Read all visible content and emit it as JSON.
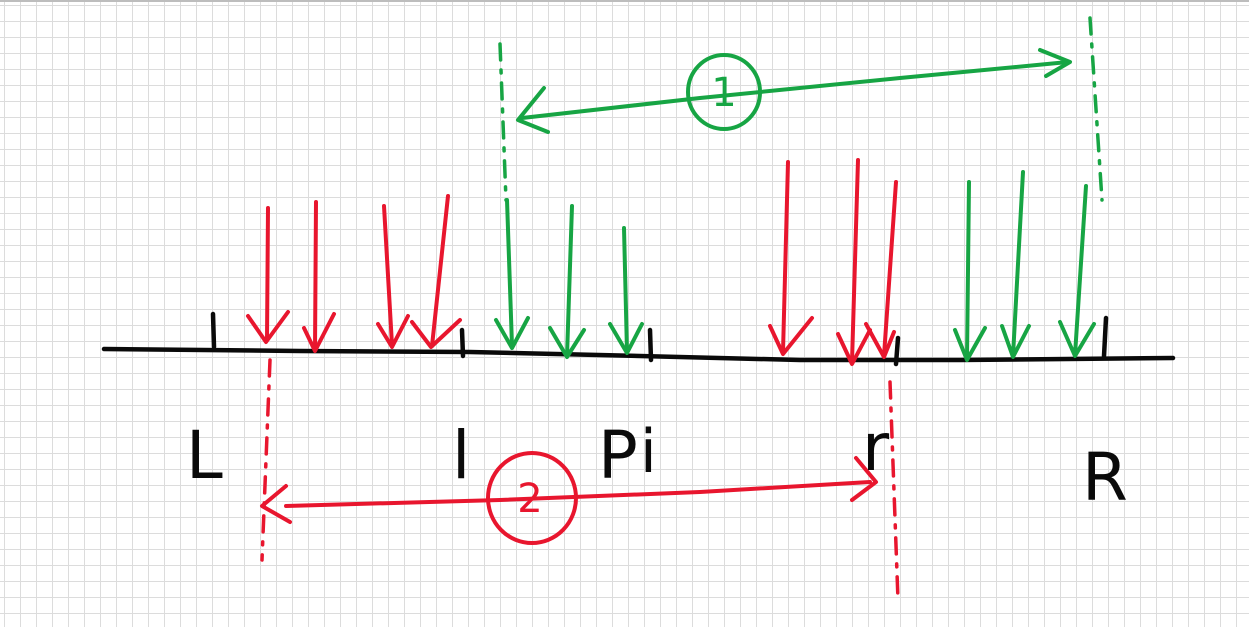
{
  "diagram": {
    "labels": {
      "L_big": "L",
      "l_small": "l",
      "p": "P",
      "i": "i",
      "r_small": "r",
      "R_big": "R"
    },
    "ranges": [
      {
        "number": "1",
        "color": "#17a544"
      },
      {
        "number": "2",
        "color": "#e8162e"
      }
    ],
    "colors": {
      "axis": "#0a0a0a",
      "red": "#e8162e",
      "green": "#17a544",
      "grid": "#dcdcdc"
    }
  }
}
